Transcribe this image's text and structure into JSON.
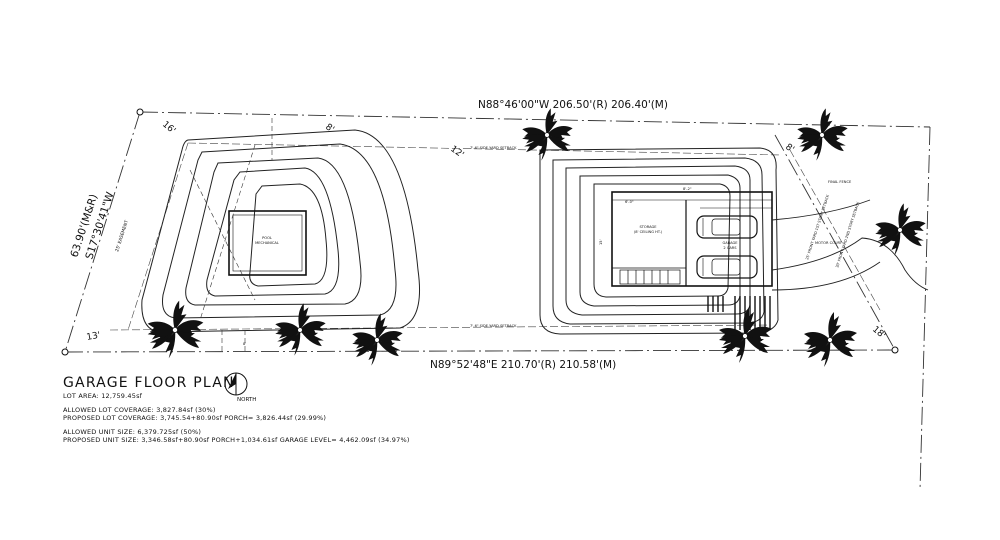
{
  "bearings": {
    "top": "N88°46'00\"W  206.50'(R) 206.40'(M)",
    "bottom": "N89°52'48\"E  210.70'(R) 210.58'(M)",
    "left_line1": "63.90'(M&R)",
    "left_line2": "S17°30'41\"W"
  },
  "labels": {
    "easement": "25' EASEMENT",
    "side_setback_top": "7'-6\" SIDE YARD SETBACK",
    "side_setback_bottom": "7'-6\" SIDE YARD SETBACK",
    "pool_mechanical_1": "POOL",
    "pool_mechanical_2": "MECHANICAL",
    "storage_1": "STORAGE",
    "storage_2": "(8' CEILING HT.)",
    "garage_1": "GARAGE",
    "garage_2": "2 CARS",
    "front_fence": "FINAL FENCE",
    "motor_court": "MOTOR COURT",
    "front_setback_a": "25' FRONT YARD 1ST STORY SETBACK",
    "front_setback_b": "30' FRONT YARD 2ND STORY SETBACK"
  },
  "dimensions": {
    "d1": "16'",
    "d2": "13'",
    "d3": "8'",
    "d4": "12'",
    "d5": "8'",
    "d6": "8'-2\"",
    "d7": "6'-0\"",
    "d8": "15'",
    "d9": "18'",
    "d10": "8'"
  },
  "north": {
    "label": "NORTH"
  },
  "notes": {
    "title": "GARAGE FLOOR PLAN",
    "lot_area": "LOT AREA: 12,759.45sf",
    "allowed_lot_coverage": "ALLOWED LOT COVERAGE: 3,827.84sf (30%)",
    "proposed_lot_coverage": "PROPOSED LOT COVERAGE: 3,745.54+80.90sf PORCH= 3,826.44sf (29.99%)",
    "allowed_unit_size": "ALLOWED UNIT SIZE: 6,379.725sf (50%)",
    "proposed_unit_size": "PROPOSED UNIT SIZE: 3,346.58sf+80.90sf PORCH+1,034.61sf GARAGE LEVEL= 4,462.09sf (34.97%)"
  }
}
